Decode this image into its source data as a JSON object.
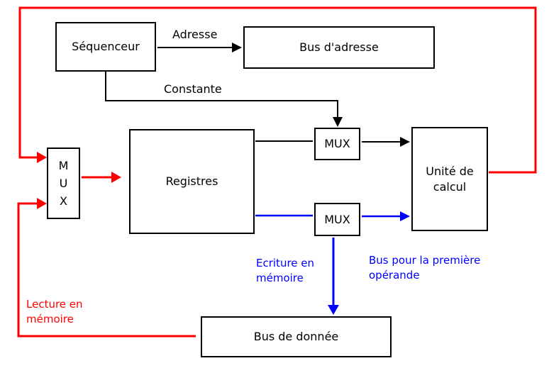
{
  "diagram": {
    "type": "block-diagram",
    "description_visible_language": "fr",
    "colors": {
      "black": "#000000",
      "red": "#ff0000",
      "blue": "#0000ff",
      "background": "#ffffff"
    },
    "nodes": {
      "sequenceur": {
        "label": "Séquenceur"
      },
      "bus_adresse": {
        "label": "Bus d'adresse"
      },
      "mux_left": {
        "lines": [
          "M",
          "U",
          "X"
        ]
      },
      "registres": {
        "label": "Registres"
      },
      "mux_upper": {
        "label": "MUX"
      },
      "mux_lower": {
        "label": "MUX"
      },
      "unite_calcul": {
        "label": "Unité de calcul"
      },
      "bus_donnee": {
        "label": "Bus de donnée"
      }
    },
    "edge_labels": {
      "adresse": {
        "label": "Adresse",
        "color": "#000000"
      },
      "constante": {
        "label": "Constante",
        "color": "#000000"
      },
      "ecriture_memoire": {
        "label": "Ecriture en mémoire",
        "color": "#0000ff"
      },
      "bus_premiere_operande": {
        "label": "Bus pour la première opérande",
        "color": "#0000ff"
      },
      "lecture_memoire": {
        "label": "Lecture en mémoire",
        "color": "#ff0000"
      }
    },
    "edges": [
      {
        "from": "sequenceur",
        "to": "bus_adresse",
        "label": "Adresse",
        "color": "#000000"
      },
      {
        "from": "sequenceur",
        "to": "mux_upper",
        "label": "Constante",
        "color": "#000000"
      },
      {
        "from": "registres",
        "to": "mux_upper",
        "label": "",
        "color": "#000000"
      },
      {
        "from": "mux_upper",
        "to": "unite_calcul",
        "label": "",
        "color": "#000000"
      },
      {
        "from": "registres",
        "to": "mux_lower",
        "label": "",
        "color": "#0000ff"
      },
      {
        "from": "mux_lower",
        "to": "unite_calcul",
        "label": "Bus pour la première opérande",
        "color": "#0000ff"
      },
      {
        "from": "mux_lower",
        "to": "bus_donnee",
        "label": "Ecriture en mémoire",
        "color": "#0000ff"
      },
      {
        "from": "unite_calcul",
        "to": "mux_left",
        "label": "",
        "color": "#ff0000"
      },
      {
        "from": "bus_donnee",
        "to": "mux_left",
        "label": "Lecture en mémoire",
        "color": "#ff0000"
      },
      {
        "from": "mux_left",
        "to": "registres",
        "label": "",
        "color": "#ff0000"
      }
    ]
  }
}
